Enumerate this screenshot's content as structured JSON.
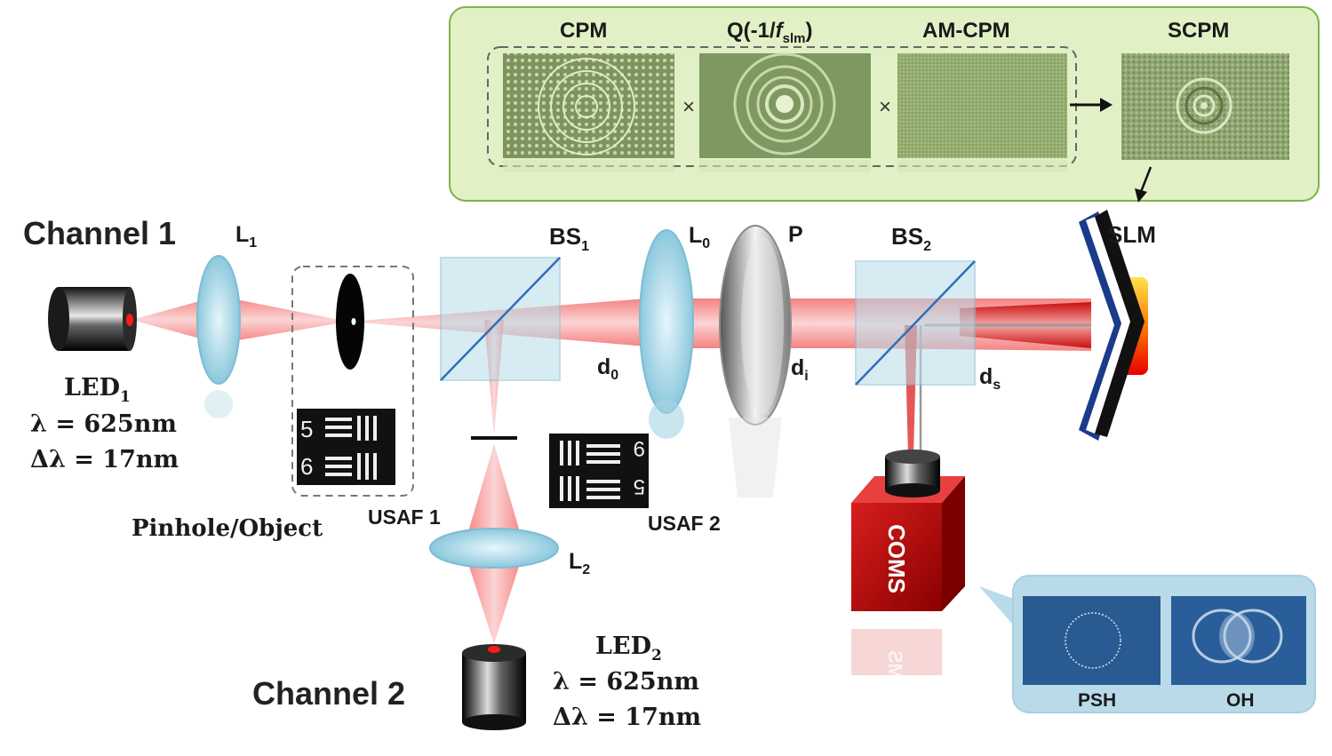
{
  "panel_top": {
    "labels": {
      "cpm": "CPM",
      "q_prefix": "Q(-1/",
      "q_f": "f",
      "q_sub": "slm",
      "q_suffix": ")",
      "am_cpm": "AM-CPM",
      "scpm": "SCPM"
    },
    "times_symbol": "×"
  },
  "channel1": {
    "title": "Channel 1",
    "led_name": "LED",
    "led_sub": "1",
    "lambda": "λ = 625nm",
    "dlambda": "Δλ = 17nm",
    "pinhole_label": "Pinhole/Object",
    "usaf1": "USAF 1"
  },
  "channel2": {
    "title": "Channel 2",
    "led_name": "LED",
    "led_sub": "2",
    "lambda": "λ = 625nm",
    "dlambda": "Δλ = 17nm"
  },
  "components": {
    "l1": "L",
    "l1_sub": "1",
    "l2": "L",
    "l2_sub": "2",
    "l0": "L",
    "l0_sub": "0",
    "bs1": "BS",
    "bs1_sub": "1",
    "bs2": "BS",
    "bs2_sub": "2",
    "p": "P",
    "slm": "SLM",
    "d0": "d",
    "d0_sub": "0",
    "di": "d",
    "di_sub": "i",
    "ds": "d",
    "ds_sub": "s",
    "usaf2": "USAF 2",
    "coms": "COMS",
    "coms_reflection": "ƧM"
  },
  "usaf_digits": {
    "a": "5",
    "b": "6",
    "c": "9",
    "d": "5"
  },
  "panel_bottom": {
    "psh": "PSH",
    "oh": "OH"
  },
  "colors": {
    "panel_green": "#e4f2c8",
    "beam_red": "#f26a6a",
    "coms_red": "#c81414",
    "lens_blue": "#a9d8e8",
    "hologram_blue": "#2a5e9a"
  }
}
